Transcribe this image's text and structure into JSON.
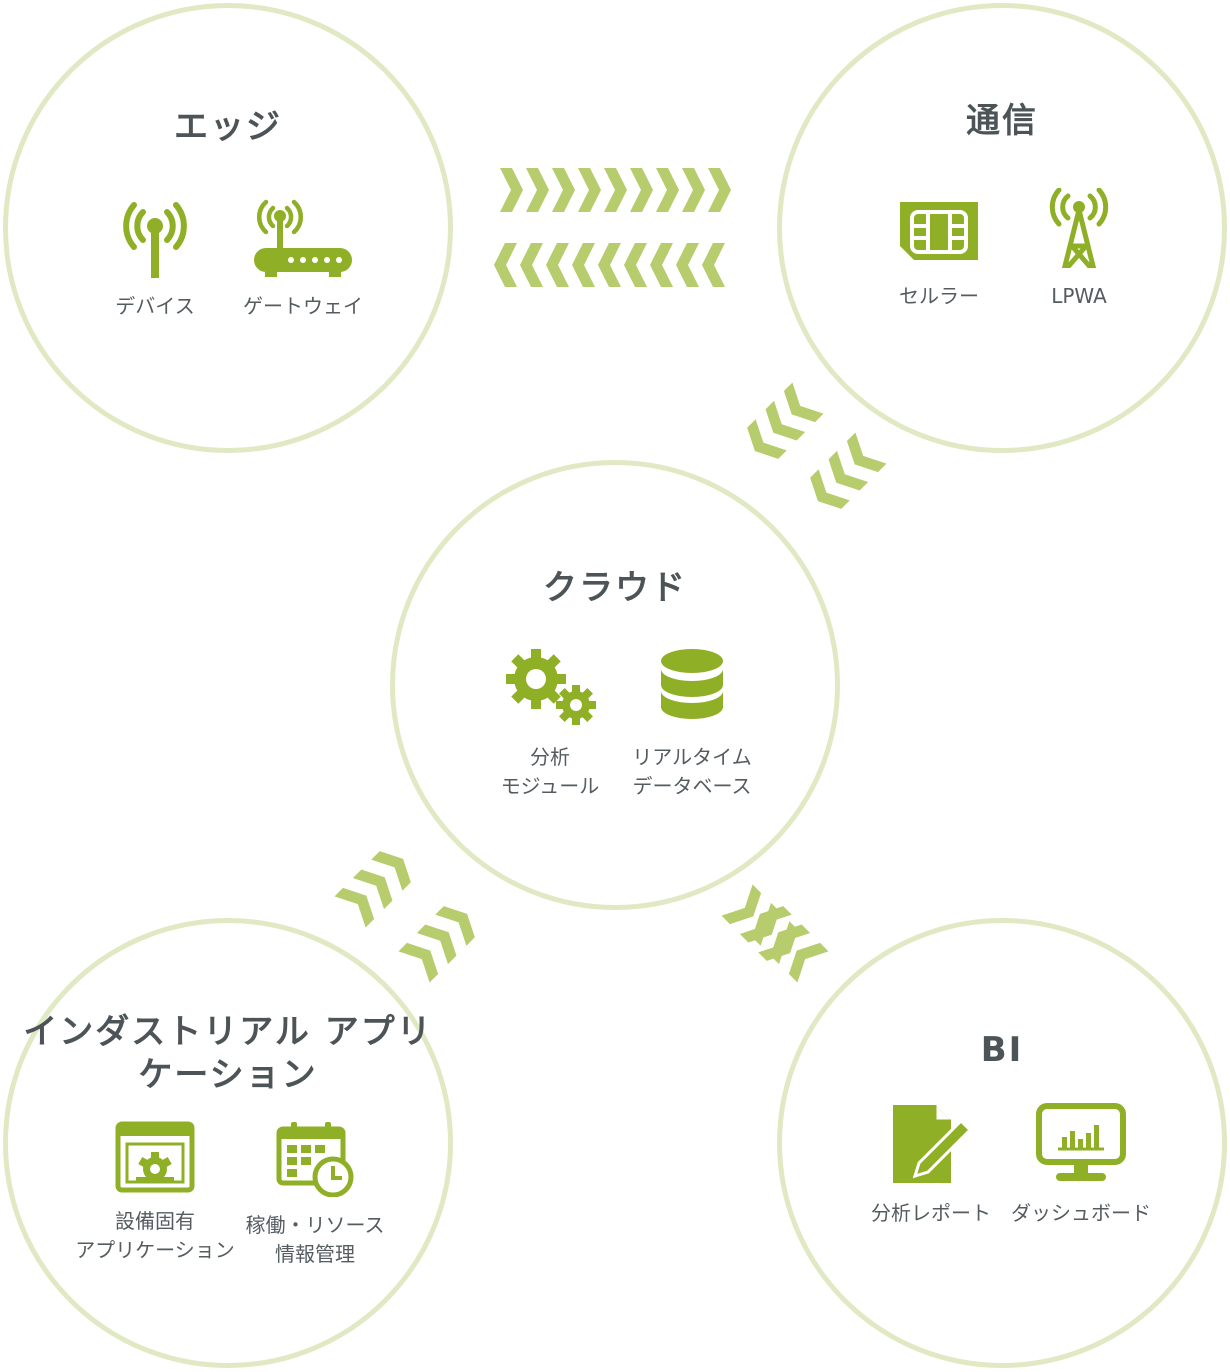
{
  "colors": {
    "ring": "#e0e9c3",
    "icon": "#8fb026",
    "arrow": "#b7cc6c",
    "title": "#4d5458",
    "text": "#555c60"
  },
  "edge": {
    "title": "エッジ",
    "items": [
      {
        "label": "デバイス",
        "icon": "antenna-icon"
      },
      {
        "label": "ゲートウェイ",
        "icon": "router-icon"
      }
    ]
  },
  "comm": {
    "title": "通信",
    "items": [
      {
        "label": "セルラー",
        "icon": "sim-card-icon"
      },
      {
        "label": "LPWA",
        "icon": "radio-tower-icon"
      }
    ]
  },
  "cloud": {
    "title": "クラウド",
    "items": [
      {
        "label": "分析\nモジュール",
        "icon": "gears-icon"
      },
      {
        "label": "リアルタイム\nデータベース",
        "icon": "database-icon"
      }
    ]
  },
  "industrial": {
    "title": "インダストリアル\nアプリケーション",
    "items": [
      {
        "label": "設備固有\nアプリケーション",
        "icon": "app-window-gear-icon"
      },
      {
        "label": "稼働・リソース\n情報管理",
        "icon": "calendar-clock-icon"
      }
    ]
  },
  "bi": {
    "title": "BI",
    "items": [
      {
        "label": "分析レポート",
        "icon": "report-pencil-icon"
      },
      {
        "label": "ダッシュボード",
        "icon": "monitor-chart-icon"
      }
    ]
  }
}
